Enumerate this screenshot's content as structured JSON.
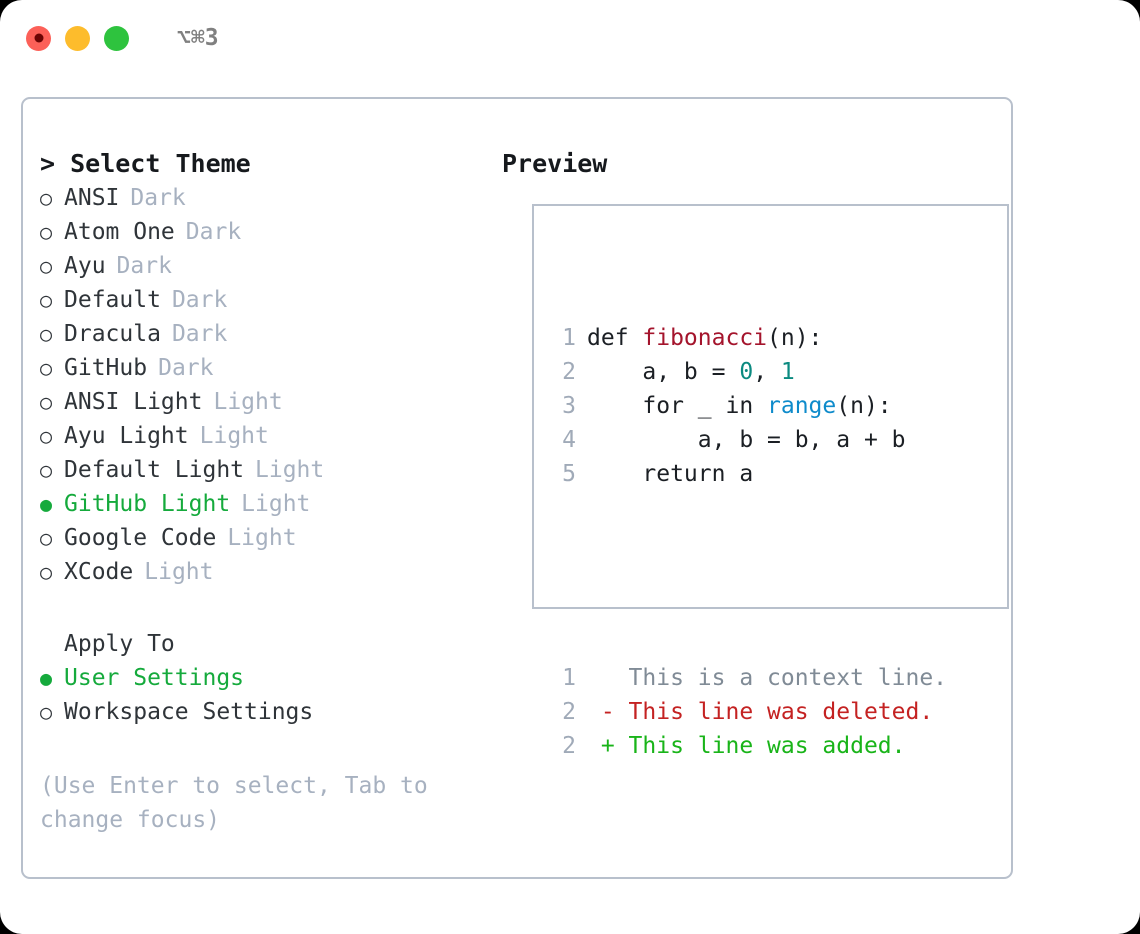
{
  "titlebar": {
    "shortcut": "⌥⌘3",
    "lights": [
      {
        "name": "close-button",
        "color": "#fc6058",
        "recording": true
      },
      {
        "name": "minimize-button",
        "color": "#fdbc2c",
        "recording": false
      },
      {
        "name": "maximize-button",
        "color": "#2ec33e",
        "recording": false
      }
    ]
  },
  "left": {
    "heading": "> Select Theme",
    "themes": [
      {
        "bullet": "○",
        "label": "ANSI",
        "badge": "Dark",
        "selected": false
      },
      {
        "bullet": "○",
        "label": "Atom One",
        "badge": "Dark",
        "selected": false
      },
      {
        "bullet": "○",
        "label": "Ayu",
        "badge": "Dark",
        "selected": false
      },
      {
        "bullet": "○",
        "label": "Default",
        "badge": "Dark",
        "selected": false
      },
      {
        "bullet": "○",
        "label": "Dracula",
        "badge": "Dark",
        "selected": false
      },
      {
        "bullet": "○",
        "label": "GitHub",
        "badge": "Dark",
        "selected": false
      },
      {
        "bullet": "○",
        "label": "ANSI Light",
        "badge": "Light",
        "selected": false
      },
      {
        "bullet": "○",
        "label": "Ayu Light",
        "badge": "Light",
        "selected": false
      },
      {
        "bullet": "○",
        "label": "Default Light",
        "badge": "Light",
        "selected": false
      },
      {
        "bullet": "●",
        "label": "GitHub Light",
        "badge": "Light",
        "selected": true
      },
      {
        "bullet": "○",
        "label": "Google Code",
        "badge": "Light",
        "selected": false
      },
      {
        "bullet": "○",
        "label": "XCode",
        "badge": "Light",
        "selected": false
      }
    ],
    "apply_to": {
      "heading": "Apply To",
      "options": [
        {
          "bullet": "●",
          "label": "User Settings",
          "selected": true
        },
        {
          "bullet": "○",
          "label": "Workspace Settings",
          "selected": false
        }
      ]
    },
    "hint": "(Use Enter to select, Tab to change focus)"
  },
  "right": {
    "heading": "Preview",
    "code_lines": [
      {
        "lno": "1",
        "spans": [
          {
            "text": "def ",
            "kind": "plain"
          },
          {
            "text": "fibonacci",
            "kind": "fn"
          },
          {
            "text": "(n):",
            "kind": "plain"
          }
        ]
      },
      {
        "lno": "2",
        "spans": [
          {
            "text": "    a, b = ",
            "kind": "plain"
          },
          {
            "text": "0",
            "kind": "num"
          },
          {
            "text": ", ",
            "kind": "plain"
          },
          {
            "text": "1",
            "kind": "num"
          }
        ]
      },
      {
        "lno": "3",
        "spans": [
          {
            "text": "    for _ in ",
            "kind": "plain"
          },
          {
            "text": "range",
            "kind": "call"
          },
          {
            "text": "(n):",
            "kind": "plain"
          }
        ]
      },
      {
        "lno": "4",
        "spans": [
          {
            "text": "        a, b = b, a + b",
            "kind": "plain"
          }
        ]
      },
      {
        "lno": "5",
        "spans": [
          {
            "text": "    return a",
            "kind": "plain"
          }
        ]
      }
    ],
    "diff_lines": [
      {
        "lno": "1",
        "marker": "  ",
        "text": "This is a context line.",
        "kind": "ctx"
      },
      {
        "lno": "2",
        "marker": "- ",
        "text": "This line was deleted.",
        "kind": "del"
      },
      {
        "lno": "2",
        "marker": "+ ",
        "text": "This line was added.",
        "kind": "add"
      }
    ]
  },
  "colors": {
    "accent_green": "#15aa3c",
    "muted": "#a7b1c0",
    "border": "#b8c0cc",
    "text": "#2f3439",
    "diff_add": "#19b419",
    "diff_del": "#c42222",
    "token_fn": "#a4142c",
    "token_num": "#0b8a80",
    "token_call": "#0e8bcb"
  }
}
